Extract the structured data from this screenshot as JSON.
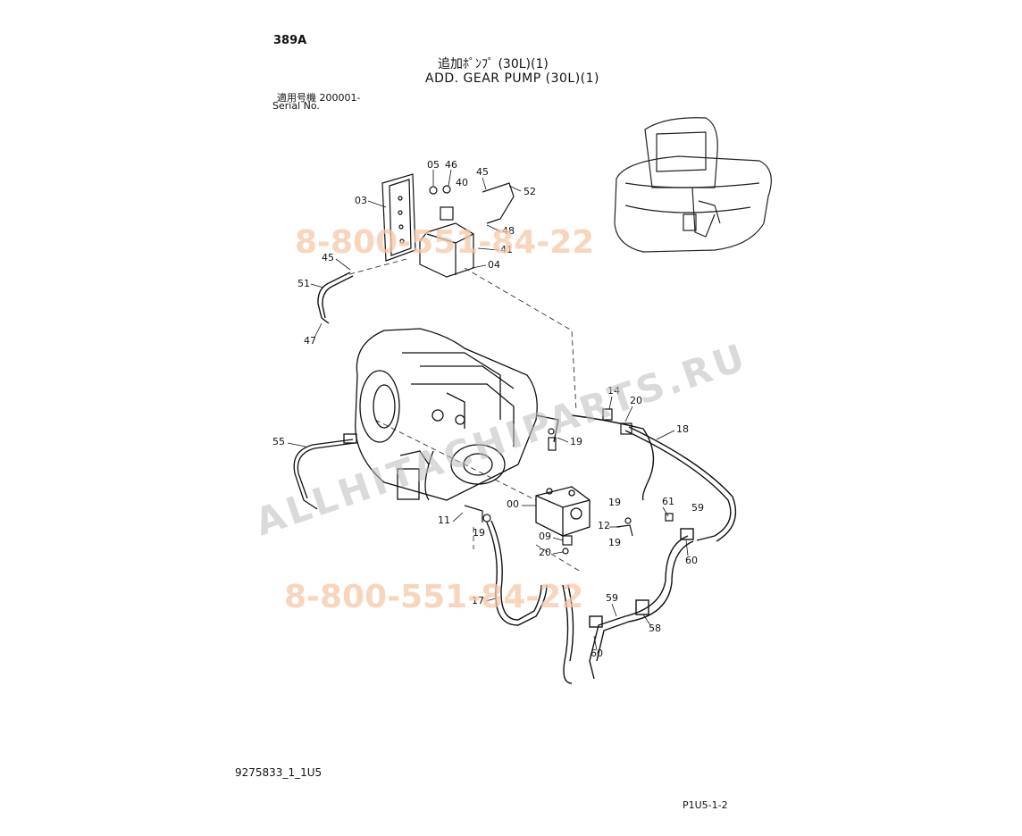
{
  "header": {
    "page_code": "389A",
    "title_jp": "追加ﾎﾟﾝﾌﾟ (30L)(1)",
    "title_en": "ADD. GEAR PUMP (30L)(1)",
    "serial_label_jp": "適用号機  200001-",
    "serial_label_en": "Serial No."
  },
  "footer": {
    "doc_id": "9275833_1_1U5",
    "page_number": "P1U5-1-2"
  },
  "watermarks": {
    "phone_top": "8-800-551-84-22",
    "phone_bottom": "8-800-551-84-22",
    "site": "ALLHITACHIPARTS.RU"
  },
  "callouts": [
    "05",
    "46",
    "45",
    "40",
    "52",
    "03",
    "48",
    "41",
    "04",
    "45",
    "51",
    "47",
    "14",
    "20",
    "18",
    "55",
    "19",
    "19",
    "00",
    "61",
    "59",
    "11",
    "19",
    "12",
    "09",
    "20",
    "60",
    "17",
    "59",
    "58",
    "60",
    "19"
  ],
  "colors": {
    "line": "#111111",
    "watermark_phone": "#f6c9a8",
    "watermark_site": "#bdbdbd"
  }
}
